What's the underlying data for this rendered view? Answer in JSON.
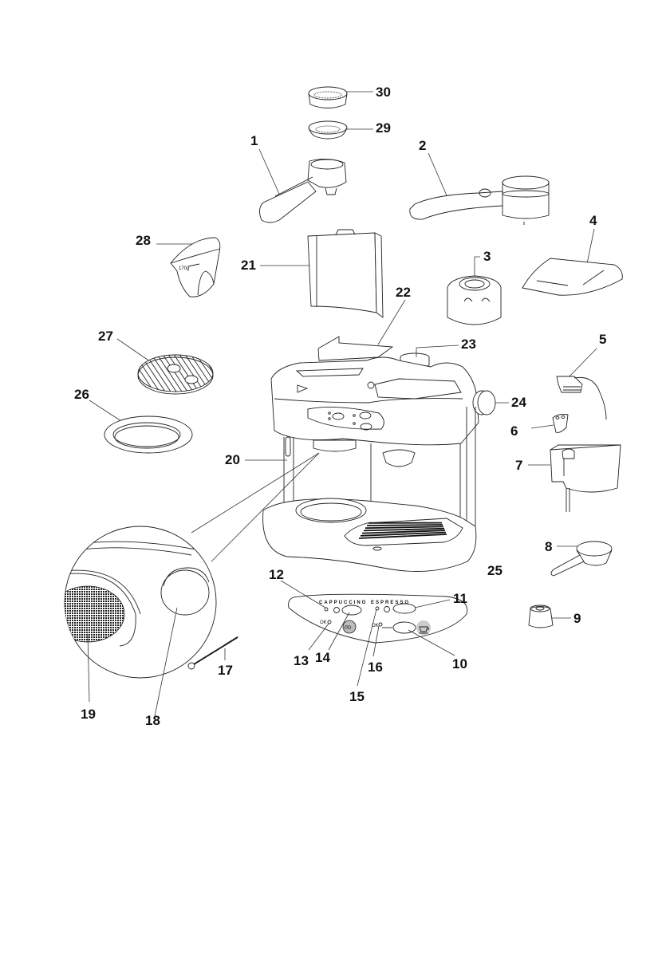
{
  "diagram": {
    "type": "exploded-parts-diagram",
    "subject": "espresso / cappuccino machine",
    "colors": {
      "line": "#222222",
      "label": "#111111",
      "background": "#ffffff",
      "mesh": "#333333"
    },
    "parts": [
      {
        "id": "1",
        "label": "1",
        "description": "filter holder"
      },
      {
        "id": "2",
        "label": "2",
        "description": "filter holder with handle"
      },
      {
        "id": "3",
        "label": "3",
        "description": "knob cap"
      },
      {
        "id": "4",
        "label": "4",
        "description": "cover plate"
      },
      {
        "id": "5",
        "label": "5",
        "description": "connector with tube"
      },
      {
        "id": "6",
        "label": "6",
        "description": "small nozzle part"
      },
      {
        "id": "7",
        "label": "7",
        "description": "milk / water container"
      },
      {
        "id": "8",
        "label": "8",
        "description": "measuring scoop"
      },
      {
        "id": "9",
        "label": "9",
        "description": "cap / plug"
      },
      {
        "id": "10",
        "label": "10",
        "description": "espresso button"
      },
      {
        "id": "11",
        "label": "11",
        "description": "espresso selector button"
      },
      {
        "id": "12",
        "label": "12",
        "description": "cappuccino indicator light"
      },
      {
        "id": "13",
        "label": "13",
        "description": "cappuccino OK light"
      },
      {
        "id": "14",
        "label": "14",
        "description": "cappuccino button"
      },
      {
        "id": "15",
        "label": "15",
        "description": "espresso indicator light"
      },
      {
        "id": "16",
        "label": "16",
        "description": "espresso OK light"
      },
      {
        "id": "17",
        "label": "17",
        "description": "cleaning brush"
      },
      {
        "id": "18",
        "label": "18",
        "description": "shower head seal"
      },
      {
        "id": "19",
        "label": "19",
        "description": "shower filter mesh"
      },
      {
        "id": "20",
        "label": "20",
        "description": "steam nozzle"
      },
      {
        "id": "21",
        "label": "21",
        "description": "water tank"
      },
      {
        "id": "22",
        "label": "22",
        "description": "lid"
      },
      {
        "id": "23",
        "label": "23",
        "description": "boiler cap"
      },
      {
        "id": "24",
        "label": "24",
        "description": "side knob"
      },
      {
        "id": "25",
        "label": "25",
        "description": "control panel"
      },
      {
        "id": "26",
        "label": "26",
        "description": "ring gasket"
      },
      {
        "id": "27",
        "label": "27",
        "description": "drip grid"
      },
      {
        "id": "28",
        "label": "28",
        "description": "dosing cup"
      },
      {
        "id": "29",
        "label": "29",
        "description": "single-cup filter"
      },
      {
        "id": "30",
        "label": "30",
        "description": "double-cup filter"
      }
    ],
    "panel_text": {
      "cappuccino": "CAPPUCCINO",
      "espresso": "ESPRESSO",
      "ok_left": "OK",
      "ok_right": "OK",
      "cup_marking": "170g",
      "cappuccino_icon_text": "PD"
    }
  }
}
